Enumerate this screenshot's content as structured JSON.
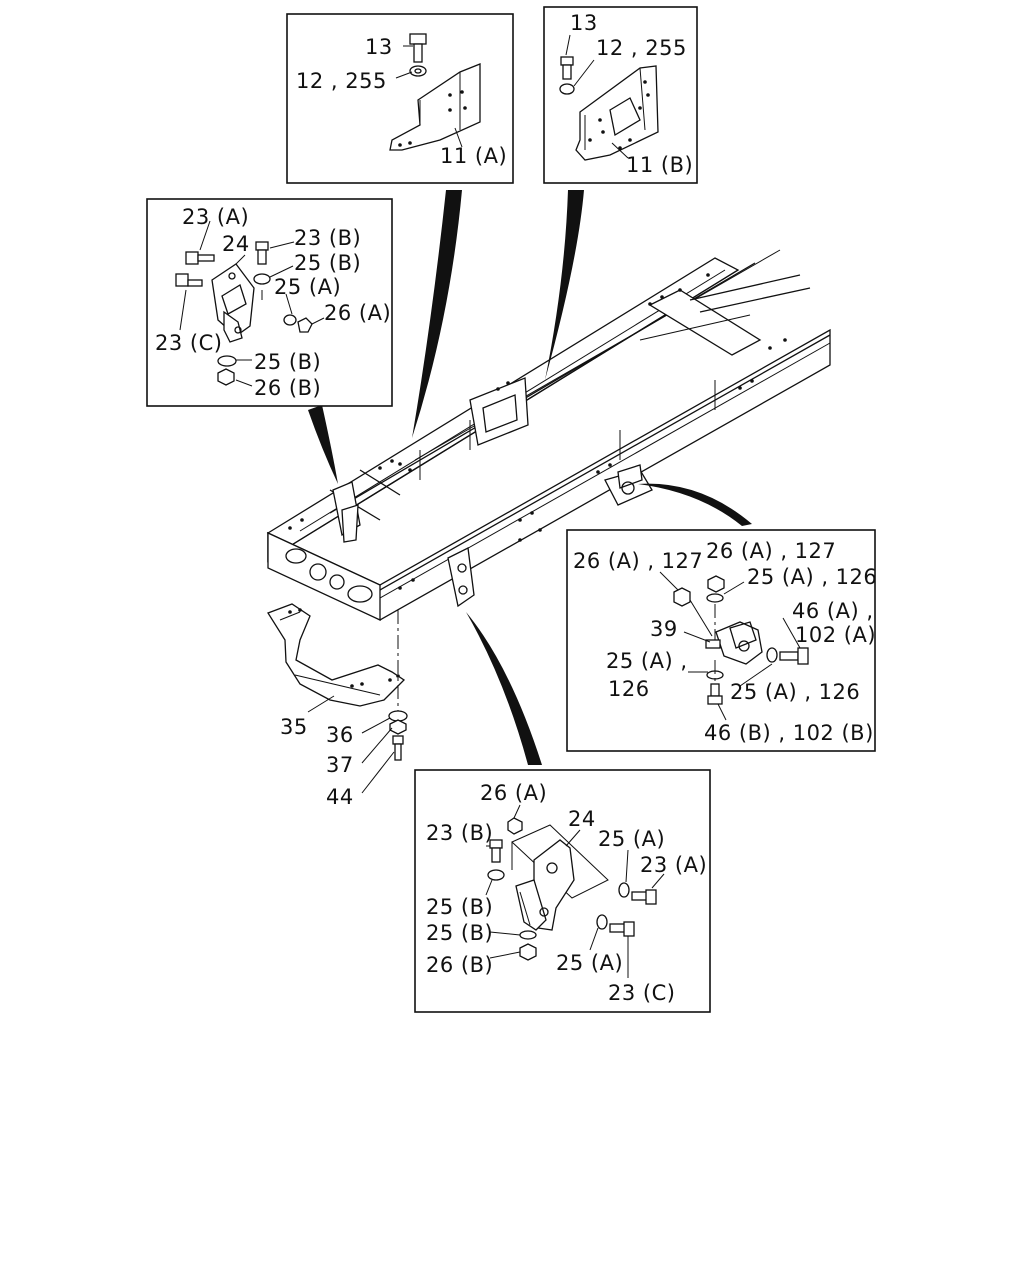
{
  "diagram": {
    "callouts": {
      "p13_a": "13",
      "p12_255_a": "12 , 255",
      "p11A": "11 (A)",
      "p13_b": "13",
      "p12_255_b": "12 , 255",
      "p11B": "11 (B)",
      "fl_23A": "23 (A)",
      "fl_24": "24",
      "fl_23B": "23 (B)",
      "fl_25B_top": "25 (B)",
      "fl_25A": "25 (A)",
      "fl_26A": "26 (A)",
      "fl_23C": "23 (C)",
      "fl_25B_bot": "25 (B)",
      "fl_26B": "26 (B)",
      "p35": "35",
      "p36": "36",
      "p37": "37",
      "p44": "44",
      "m_26A127_l": "26 (A) , 127",
      "m_26A127_r": "26 (A) , 127",
      "m_25A126_t": "25 (A) , 126",
      "m_46A": "46 (A) ,",
      "m_102A": "102 (A)",
      "m_39": "39",
      "m_25A_l": "25 (A) ,",
      "m_126_l": "126",
      "m_25A126_b": "25 (A) , 126",
      "m_46B102B": "46 (B) , 102 (B)",
      "rb_26A": "26 (A)",
      "rb_23B": "23 (B)",
      "rb_24": "24",
      "rb_25A_t": "25 (A)",
      "rb_23A": "23 (A)",
      "rb_25B_1": "25 (B)",
      "rb_25B_2": "25 (B)",
      "rb_26B": "26 (B)",
      "rb_25A_b": "25 (A)",
      "rb_23C": "23 (C)"
    }
  }
}
